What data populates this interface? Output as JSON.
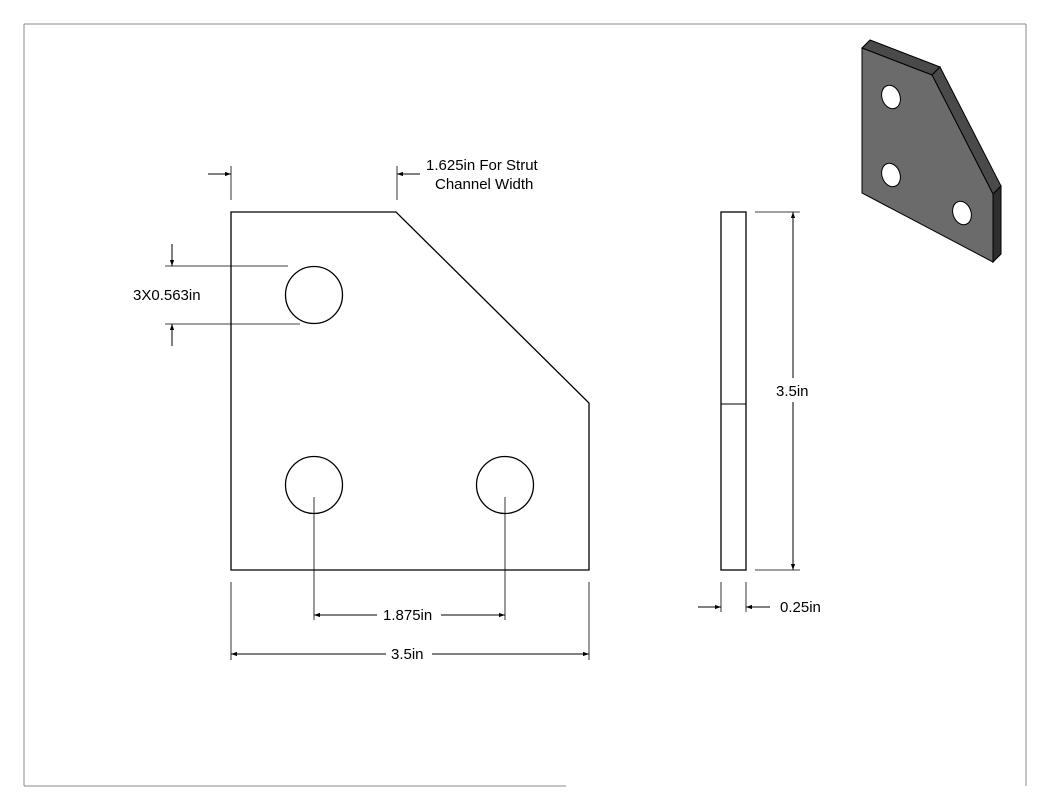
{
  "dimensions": {
    "strut_width": "1.625in For Strut",
    "strut_width_line2": "Channel Width",
    "hole_diameter": "3X0.563in",
    "hole_spacing": "1.875in",
    "overall_width": "3.5in",
    "overall_height": "3.5in",
    "thickness": "0.25in"
  },
  "colors": {
    "line": "#000000",
    "frame": "#8a8a8a",
    "iso_face": "#6b6b6b",
    "iso_top": "#4a4a4a",
    "iso_edge": "#2e2e2e"
  }
}
